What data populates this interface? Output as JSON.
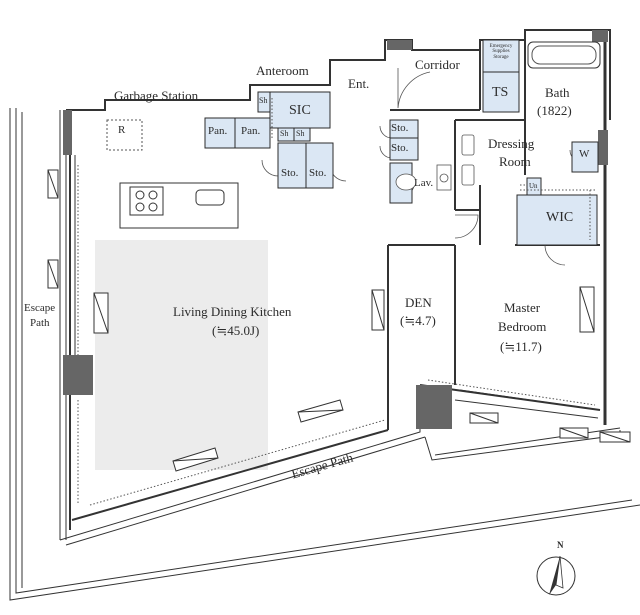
{
  "labels": {
    "anteroom": "Anteroom",
    "garbage_station": "Garbage Station",
    "sic": "SIC",
    "ent": "Ent.",
    "corridor": "Corridor",
    "storage_note": "Emergency Supplies Storage",
    "ts": "TS",
    "bath": "Bath",
    "bath_size": "(1822)",
    "dressing_room_1": "Dressing",
    "dressing_room_2": "Room",
    "w": "W",
    "wic": "WIC",
    "un": "Un",
    "pan_1": "Pan.",
    "pan_2": "Pan.",
    "sh_1": "Sh",
    "sh_2": "Sh",
    "sh_3": "Sh",
    "sto_1": "Sto.",
    "sto_2": "Sto.",
    "sto_3": "Sto.",
    "sto_4": "Sto.",
    "lav": "Lav.",
    "r": "R",
    "living_dining_kitchen": "Living Dining Kitchen",
    "ldk_size": "(≒45.0J)",
    "den": "DEN",
    "den_size": "(≒4.7)",
    "master_bedroom_1": "Master",
    "master_bedroom_2": "Bedroom",
    "master_size": "(≒11.7)",
    "escape_path_left_1": "Escape",
    "escape_path_left_2": "Path",
    "escape_path_bottom": "Escape Path",
    "north": "N"
  },
  "colors": {
    "highlight": "#dbe7f4",
    "wall": "#666666",
    "ldk_shade": "#ececec",
    "line": "#333333"
  }
}
